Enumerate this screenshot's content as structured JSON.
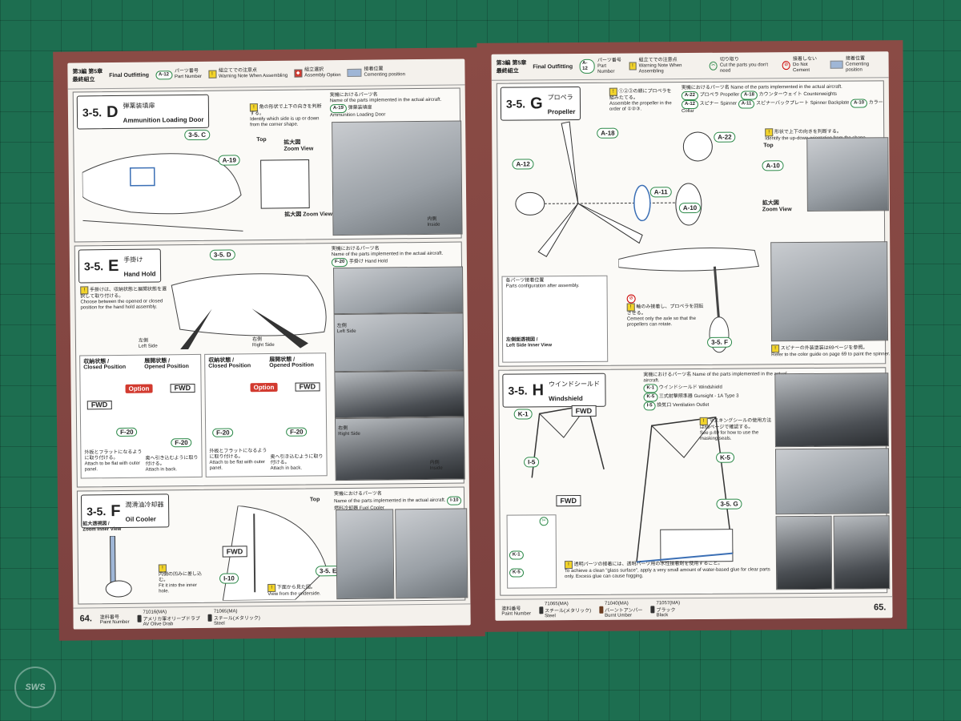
{
  "header_left": {
    "chapter_jp": "第3編 第5章",
    "chapter_jp2": "最終組立",
    "chapter_en": "Final Outfitting",
    "legend": [
      {
        "tag": "A-12",
        "jp": "パーツ番号",
        "en": "Part Number"
      },
      {
        "jp": "組立てでの注意点",
        "en": "Warning Note When Assembling"
      },
      {
        "jp": "組立選択",
        "en": "Assembly Option"
      },
      {
        "jp": "接着位置",
        "en": "Cementing position"
      }
    ]
  },
  "header_right": {
    "chapter_jp": "第3編 第5章",
    "chapter_jp2": "最終組立",
    "chapter_en": "Final Outfitting",
    "legend": [
      {
        "tag": "A-12",
        "jp": "パーツ番号",
        "en": "Part Number"
      },
      {
        "jp": "組立てでの注意点",
        "en": "Warning Note When Assembling"
      },
      {
        "jp": "切り取り",
        "en": "Cut the parts you don't need"
      },
      {
        "jp": "接着しない",
        "en": "Do Not Cement"
      },
      {
        "jp": "接着位置",
        "en": "Cementing position"
      }
    ]
  },
  "section_d": {
    "num": "3-5.",
    "letter": "D",
    "jp": "弾薬装填扉",
    "en": "Ammunition Loading Door",
    "ref": "3-5. C",
    "part": "A-19",
    "parts_title_jp": "実機におけるパーツ名",
    "parts_title_en": "Name of the parts implemented in the actual aircraft.",
    "part_name_jp": "弾薬装填扉",
    "part_name_en": "Ammunition Loading Door",
    "note_jp": "角の形状で上下の向きを判断する。",
    "note_en": "Identify which side is up or down from the corner shape.",
    "zoom_jp": "拡大図",
    "zoom_en": "Zoom View",
    "top": "Top",
    "inside_jp": "内側",
    "inside_en": "Inside"
  },
  "section_e": {
    "num": "3-5.",
    "letter": "E",
    "jp": "手掛け",
    "en": "Hand Hold",
    "ref": "3-5. D",
    "part": "F-20",
    "parts_title_jp": "実機におけるパーツ名",
    "parts_title_en": "Name of the parts implemented in the actual aircraft.",
    "part_name_jp": "手掛け",
    "part_name_en": "Hand Hold",
    "note_jp": "手掛けは、収納状態と展開状態を選択して取り付ける。",
    "note_en": "Choose between the opened or closed position for the hand hold assembly.",
    "left_side_jp": "左側",
    "left_side_en": "Left Side",
    "right_side_jp": "右側",
    "right_side_en": "Right Side",
    "closed_jp": "収納状態 /",
    "closed_en": "Closed Position",
    "opened_jp": "展開状態 /",
    "opened_en": "Opened Position",
    "option": "Option",
    "fwd": "FWD",
    "flat_jp": "外板とフラットになるように取り付ける。",
    "flat_en": "Attach to be flat with outer panel.",
    "back_jp": "奥へ引き込むように取り付ける。",
    "back_en": "Attach in back.",
    "photo_left_jp": "左側",
    "photo_left_en": "Left Side",
    "photo_right_jp": "右側",
    "photo_right_en": "Right Side",
    "inside_jp": "内側",
    "inside_en": "Inside"
  },
  "section_f": {
    "num": "3-5.",
    "letter": "F",
    "jp": "潤滑油冷却器",
    "en": "Oil Cooler",
    "ref": "3-5. E",
    "part": "I-10",
    "parts_title_jp": "実機におけるパーツ名",
    "parts_title_en": "Name of the parts implemented in the actual aircraft.",
    "part_name_jp": "燃料冷却器",
    "part_name_en": "Fuel Cooler",
    "zoom_jp": "拡大透視図 /",
    "zoom_en": "Zoom Inner View",
    "note_jp": "内側の凹みに差し込む。",
    "note_en": "Fit it into the inner hole.",
    "view_jp": "下面から見た図。",
    "view_en": "View from the underside.",
    "top": "Top",
    "fwd": "FWD"
  },
  "section_g": {
    "num": "3-5.",
    "letter": "G",
    "jp": "プロペラ",
    "en": "Propeller",
    "parts_title_jp": "実機におけるパーツ名",
    "parts_title_en": "Name of the parts implemented in the actual aircraft.",
    "part_list": [
      {
        "tag": "A-22",
        "jp": "プロペラ",
        "en": "Propeller"
      },
      {
        "tag": "A-18",
        "jp": "カウンターウェイト",
        "en": "Counterweights"
      },
      {
        "tag": "A-12",
        "jp": "スピナー",
        "en": "Spinner"
      },
      {
        "tag": "A-11",
        "jp": "スピナーバックプレート",
        "en": "Spinner Backplate"
      },
      {
        "tag": "A-10",
        "jp": "カラー",
        "en": "Collar"
      }
    ],
    "order_jp": "①②③の順にプロペラを組みたてる。",
    "order_en": "Assemble the propeller in the order of ①②③.",
    "shape_jp": "形状で上下の向きを判断する。",
    "shape_en": "Identify the up-down orientation from the shape.",
    "zoom_jp": "拡大図",
    "zoom_en": "Zoom View",
    "top": "Top",
    "config_jp": "各パーツ接着位置",
    "config_en": "Parts configuration after assembly.",
    "inner_jp": "左側面透視図 /",
    "inner_en": "Left Side Inner View",
    "cement_jp": "軸のみ接着し、プロペラを回転させる。",
    "cement_en": "Cement only the axle so that the propellers can rotate.",
    "ref": "3-5. F",
    "paint_jp": "スピナーの外装塗装は69ページを参照。",
    "paint_en": "Refer to the color guide on page 69 to paint the spinner.",
    "callouts": [
      "A-18",
      "A-22",
      "A-12",
      "A-11",
      "A-10"
    ]
  },
  "section_h": {
    "num": "3-5.",
    "letter": "H",
    "jp": "ウインドシールド",
    "en": "Windshield",
    "parts_title_jp": "実機におけるパーツ名",
    "parts_title_en": "Name of the parts implemented in the actual aircraft.",
    "part_list": [
      {
        "tag": "K-1",
        "jp": "ウインドシールド",
        "en": "Windshield"
      },
      {
        "tag": "K-5",
        "jp": "三式射撃照準器",
        "en": "Gunsight - 1A Type 3"
      },
      {
        "tag": "I-5",
        "jp": "換気口",
        "en": "Ventilation Outlet"
      }
    ],
    "mask_jp": "マスキングシールの使用方法は69ページで確認する。",
    "mask_en": "See p.69 for how to use the masking seals.",
    "clear_jp": "透明パーツの接着には、透明パーツ用の水性接着剤を使用すること。",
    "clear_en": "To achieve a clean \"glass surface\", apply a very small amount of water-based glue for clear parts only. Excess glue can cause fogging.",
    "ref": "3-5. G",
    "fwd": "FWD",
    "callouts": [
      "K-1",
      "I-5",
      "K-5"
    ]
  },
  "footer_left": {
    "page": "64.",
    "paint_jp": "塗料番号",
    "paint_en": "Paint Number",
    "paints": [
      {
        "code": "71016(MA)",
        "jp": "アメリカ軍オリーブドラブ",
        "en": "AV Olive Drab"
      },
      {
        "code": "71065(MA)",
        "jp": "スチール(メタリック)",
        "en": "Steel"
      }
    ]
  },
  "footer_right": {
    "page": "65.",
    "paint_jp": "塗料番号",
    "paint_en": "Paint Number",
    "paints": [
      {
        "code": "71065(MA)",
        "jp": "スチール(メタリック)",
        "en": "Steel"
      },
      {
        "code": "71040(MA)",
        "jp": "バーントアンバー",
        "en": "Burnt Umber"
      },
      {
        "code": "71057(MA)",
        "jp": "ブラック",
        "en": "Black"
      }
    ]
  },
  "watermark": "SWS",
  "colors": {
    "mat": "#1d6e50",
    "cover": "#7d4240",
    "paper": "#f4f1ec",
    "tag_border": "#2d8a4a",
    "option": "#d23a2f"
  }
}
